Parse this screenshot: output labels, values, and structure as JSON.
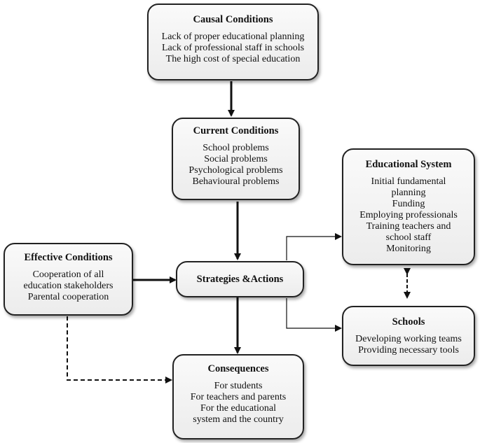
{
  "causal": {
    "title": "Causal Conditions",
    "lines": [
      "Lack of proper educational planning",
      "Lack of professional staff in schools",
      "The high cost of special education"
    ]
  },
  "current": {
    "title": "Current Conditions",
    "lines": [
      "School problems",
      "Social problems",
      "Psychological problems",
      "Behavioural problems"
    ]
  },
  "educational": {
    "title": "Educational System",
    "lines": [
      "Initial fundamental",
      "planning",
      "Funding",
      "Employing professionals",
      "Training teachers and",
      "school staff",
      "Monitoring"
    ]
  },
  "effective": {
    "title": "Effective Conditions",
    "lines": [
      "Cooperation of all",
      "education stakeholders",
      "Parental cooperation"
    ]
  },
  "strategies": {
    "title": "Strategies &Actions"
  },
  "schools": {
    "title": "Schools",
    "lines": [
      "Developing working teams",
      "Providing necessary tools"
    ]
  },
  "consequences": {
    "title": "Consequences",
    "lines": [
      "For students",
      "For teachers and parents",
      "For the educational",
      "system and the country"
    ]
  }
}
